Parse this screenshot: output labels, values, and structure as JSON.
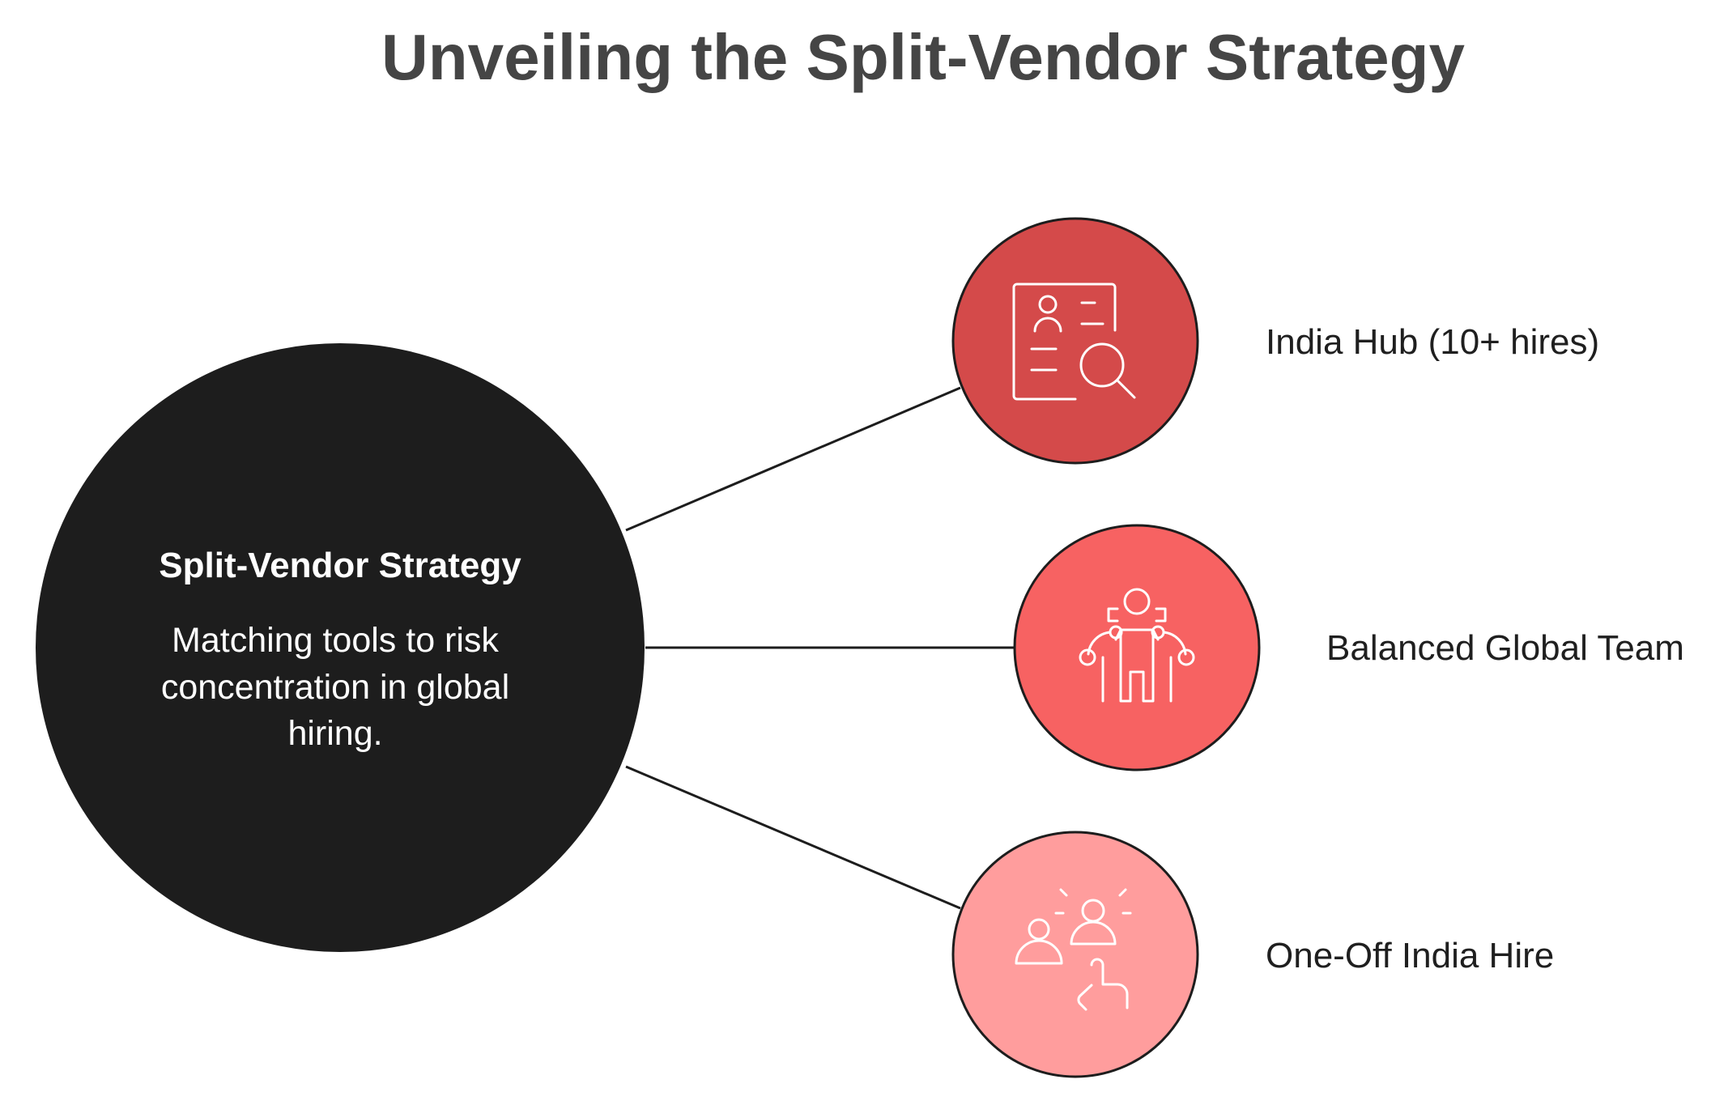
{
  "title": "Unveiling the Split-Vendor Strategy",
  "hub": {
    "heading": "Split-Vendor Strategy",
    "description_lines": [
      "Matching tools to risk",
      "concentration in global",
      "hiring."
    ]
  },
  "nodes": [
    {
      "label": "India Hub (10+ hires)",
      "icon": "candidate-search-icon",
      "color": "#d44a4a"
    },
    {
      "label": "Balanced Global Team",
      "icon": "team-network-icon",
      "color": "#f76262"
    },
    {
      "label": "One-Off India Hire",
      "icon": "select-candidate-icon",
      "color": "#ff9d9d"
    }
  ],
  "colors": {
    "hub": "#1d1d1d",
    "title": "#454545",
    "line": "#1d1d1d"
  }
}
